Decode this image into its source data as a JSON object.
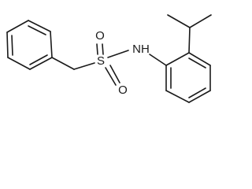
{
  "molecule": {
    "atoms": {
      "sulfur": "S",
      "oxygen_top": "O",
      "oxygen_bottom": "O",
      "nitrogen": "NH"
    }
  }
}
